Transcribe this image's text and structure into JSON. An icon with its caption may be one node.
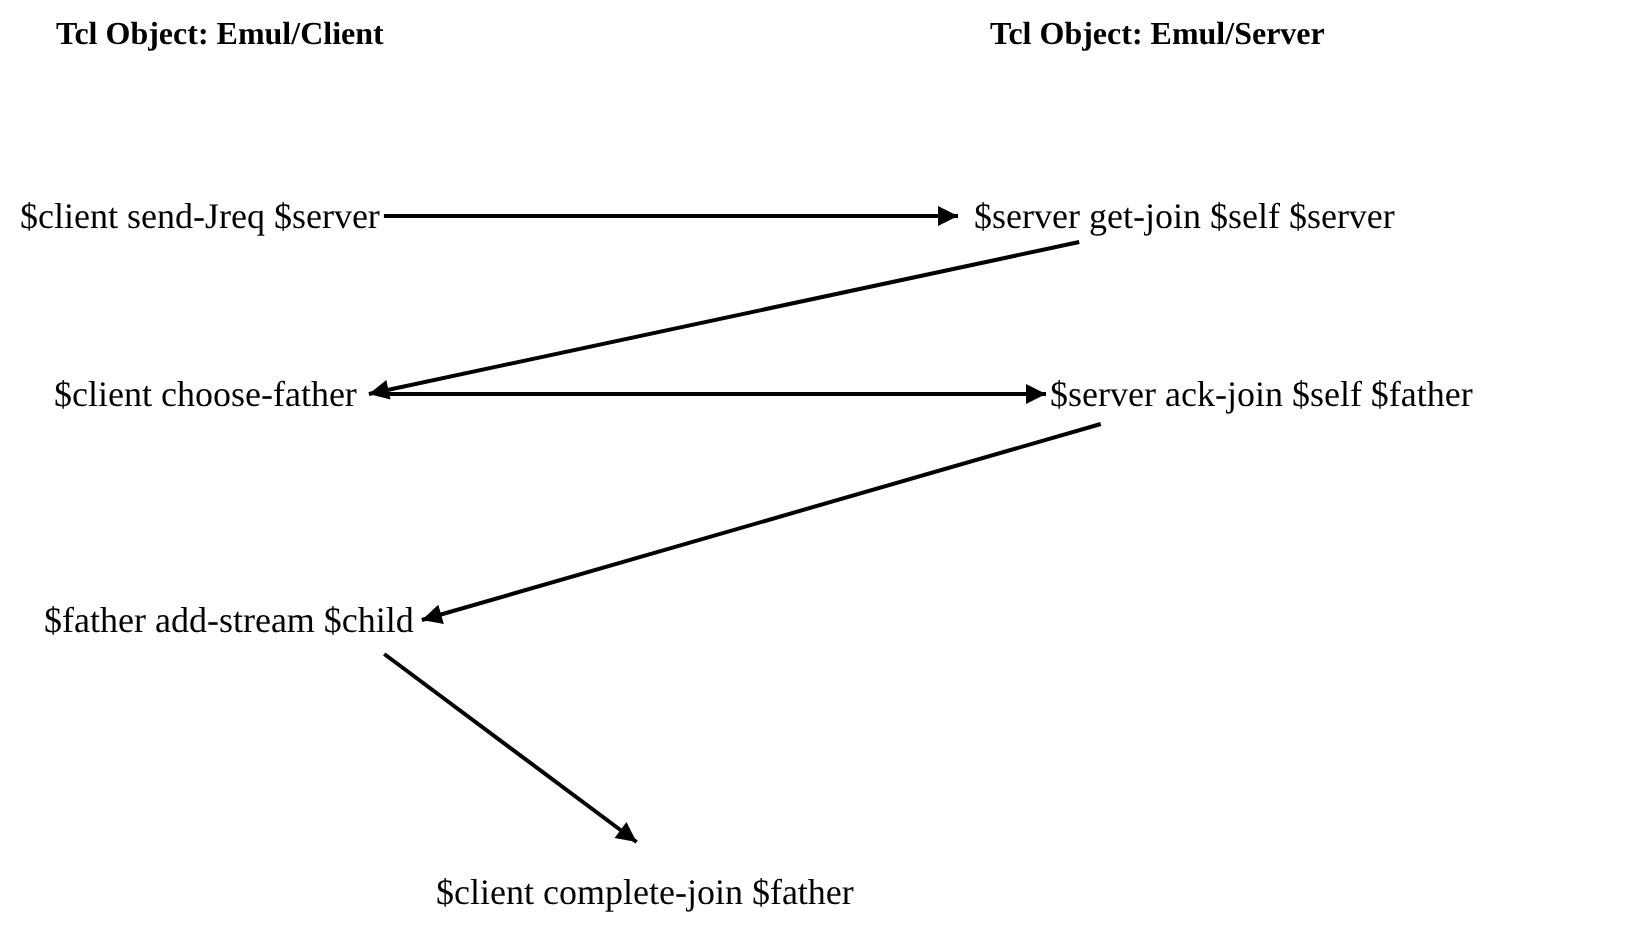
{
  "diagram": {
    "nodes": [
      {
        "text": [
          "$client send-Jreq $server"
        ]
      },
      {
        "text": [
          "$server get-join $self $server"
        ]
      },
      {
        "text": [
          "$client choose-father"
        ]
      },
      {
        "text": [
          "$server ack-join $self $father"
        ]
      },
      {
        "text": [
          "$father add-stream $child"
        ]
      },
      {
        "text": [
          "$client complete-join $father"
        ]
      }
    ],
    "edges": [
      {
        "from": 0,
        "to": 1,
        "arrow": "to"
      },
      {
        "from": 1,
        "to": 2,
        "arrow": "to"
      },
      {
        "from": 2,
        "to": 3,
        "arrow": "to"
      },
      {
        "from": 3,
        "to": 4,
        "arrow": "to"
      },
      {
        "from": 4,
        "to": 5,
        "arrow": "to"
      }
    ],
    "labels": [
      "Tcl Object: Emul/Client",
      "Tcl Object: Emul/Server"
    ]
  }
}
